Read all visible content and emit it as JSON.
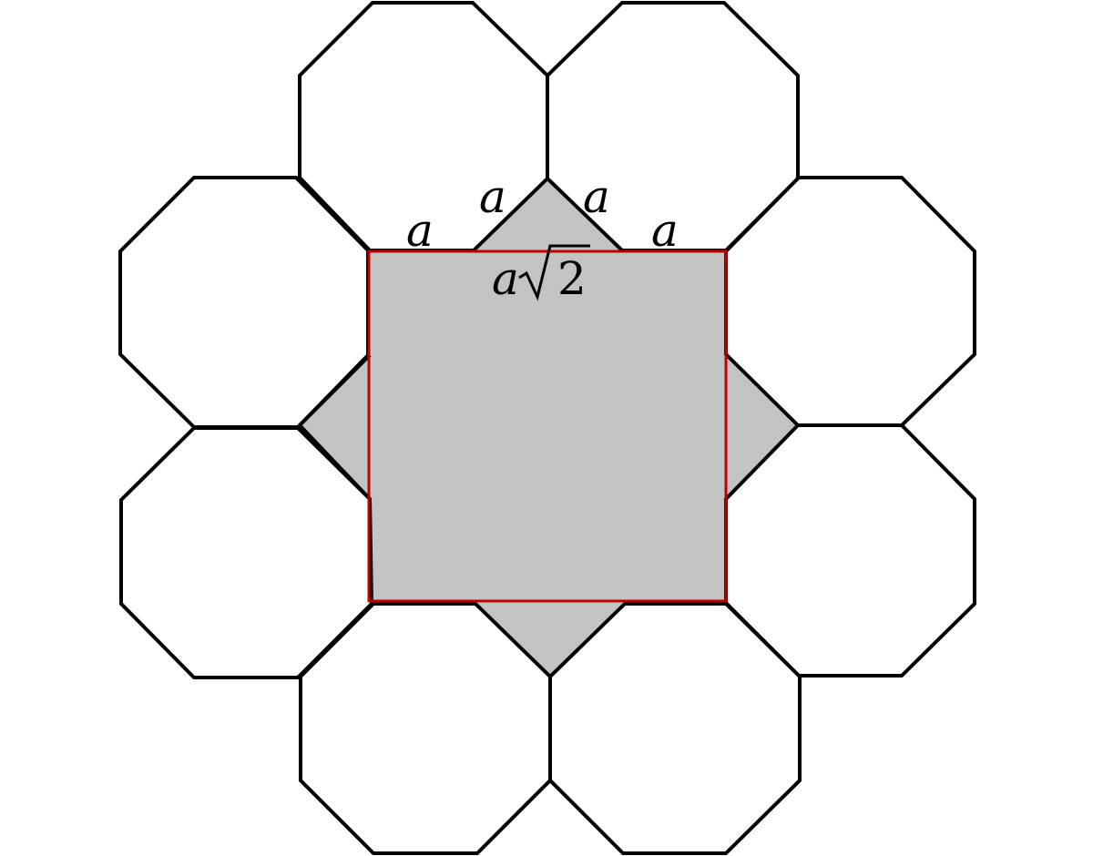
{
  "diagram": {
    "description_labels": {
      "edge_label": "a",
      "square_side_variable": "a",
      "square_side_radical": "2"
    },
    "colors": {
      "octagon_stroke": "#000000",
      "octagon_fill": "#ffffff",
      "gap_fill": "#c3c3c3",
      "square_outline": "#c00000"
    },
    "octagon_count": 8
  }
}
